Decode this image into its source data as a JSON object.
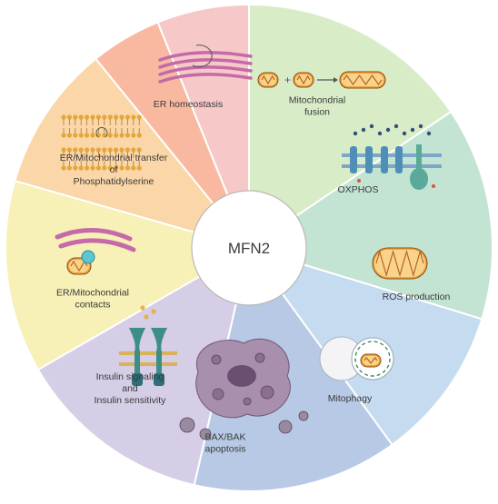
{
  "center": {
    "label": "MFN2"
  },
  "segments": [
    {
      "id": "mito-fusion",
      "lines": [
        "Mitochondrial",
        "fusion"
      ],
      "color": "#d9ecc8",
      "icon": "mitochondria-fusion-icon"
    },
    {
      "id": "oxphos",
      "lines": [
        "OXPHOS"
      ],
      "color": "#c3e3d3",
      "icon": "membrane-complexes-icon"
    },
    {
      "id": "ros",
      "lines": [
        "ROS production"
      ],
      "color": "#c5dbef",
      "icon": "mitochondrion-icon"
    },
    {
      "id": "mitophagy",
      "lines": [
        "Mitophagy"
      ],
      "color": "#b7c9e4",
      "icon": "autophagosome-icon"
    },
    {
      "id": "apoptosis",
      "lines": [
        "BAX/BAK",
        "apoptosis"
      ],
      "color": "#d6cde6",
      "icon": "apoptotic-cell-icon"
    },
    {
      "id": "insulin",
      "lines": [
        "Insulin signaling",
        "and",
        "Insulin sensitivity"
      ],
      "color": "#f7f0b7",
      "icon": "insulin-receptor-icon"
    },
    {
      "id": "er-contacts",
      "lines": [
        "ER/Mitochondrial",
        "contacts"
      ],
      "color": "#fbd6a8",
      "icon": "er-mitochondria-contact-icon"
    },
    {
      "id": "ps-transfer",
      "lines": [
        "ER/Mitochondrial transfer",
        "of",
        "Phosphatidylserine"
      ],
      "color": "#f9b9a0",
      "icon": "lipid-bilayer-icon"
    },
    {
      "id": "er-homeostasis",
      "lines": [
        "ER homeostasis"
      ],
      "color": "#f7c8c8",
      "icon": "er-cisternae-icon"
    }
  ]
}
